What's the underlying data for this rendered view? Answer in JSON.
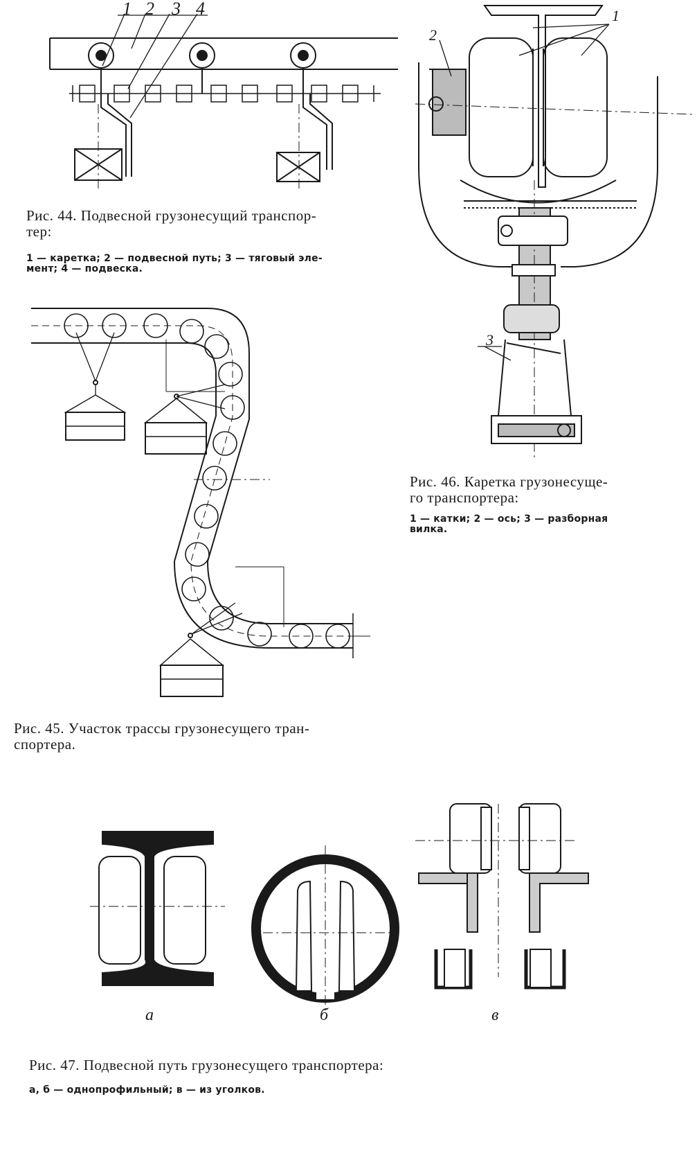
{
  "fig44": {
    "caption": "Рис. 44. Подвесной  грузонесущий транспор-\nтер:",
    "legend": "1 — каретка; 2 — подвесной путь; 3 — тяговый эле-\nмент; 4 — подвеска.",
    "labels": [
      "1",
      "2",
      "3",
      "4"
    ]
  },
  "fig45": {
    "caption": "Рис. 45. Участок трассы  грузонесущего тран-\nспортера."
  },
  "fig46": {
    "caption": "Рис. 46. Каретка грузонесуще-\nго транспортера:",
    "legend": "1 — катки; 2 — ось; 3 — разборная\nвилка.",
    "labels": [
      "1",
      "2",
      "3"
    ]
  },
  "fig47": {
    "caption": "Рис. 47. Подвесной путь грузонесущего транспортера:",
    "legend": "а, б — однопрофильный; в — из уголков.",
    "labels": [
      "а",
      "б",
      "в"
    ]
  }
}
